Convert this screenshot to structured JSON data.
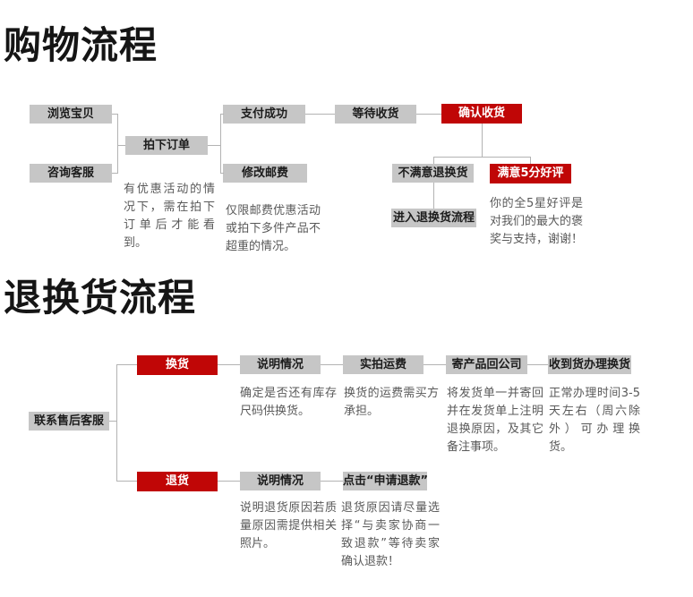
{
  "colors": {
    "red": "#c00606",
    "gray": "#c6c6c6",
    "line": "#b3b3b3"
  },
  "shopping": {
    "title": "购物流程",
    "boxes": {
      "browse": "浏览宝贝",
      "consult": "咨询客服",
      "order": "拍下订单",
      "pay": "支付成功",
      "postage": "修改邮费",
      "wait": "等待收货",
      "confirm": "确认收货",
      "unsatisfied": "不满意退换货",
      "satisfied": "满意5分好评",
      "enter_return": "进入退换货流程"
    },
    "notes": {
      "order": "有优惠活动的情况下，需在拍下订单后才能看到。",
      "postage": "仅限邮费优惠活动或拍下多件产品不超重的情况。",
      "praise": "你的全5星好评是对我们的最大的褒奖与支持，谢谢！"
    }
  },
  "returns": {
    "title": "退换货流程",
    "boxes": {
      "contact": "联系售后客服",
      "exchange": "换货",
      "explain_exchange": "说明情况",
      "freight": "实拍运费",
      "send_back": "寄产品回公司",
      "receive": "收到货办理换货",
      "return_goods": "退货",
      "explain_return": "说明情况",
      "click_refund": "点击“申请退款”"
    },
    "notes": {
      "stock": "确定是否还有库存尺码供换货。",
      "freight": "换货的运费需买方承担。",
      "send_back": "将发货单一并寄回并在发货单上注明退换原因，及其它备注事项。",
      "receive": "正常办理时间3-5天左右（周六除外）可办理换货。",
      "return_reason": "说明退货原因若质量原因需提供相关照片。",
      "refund": "退货原因请尽量选择“与卖家协商一致退款”等待卖家确认退款！"
    }
  }
}
